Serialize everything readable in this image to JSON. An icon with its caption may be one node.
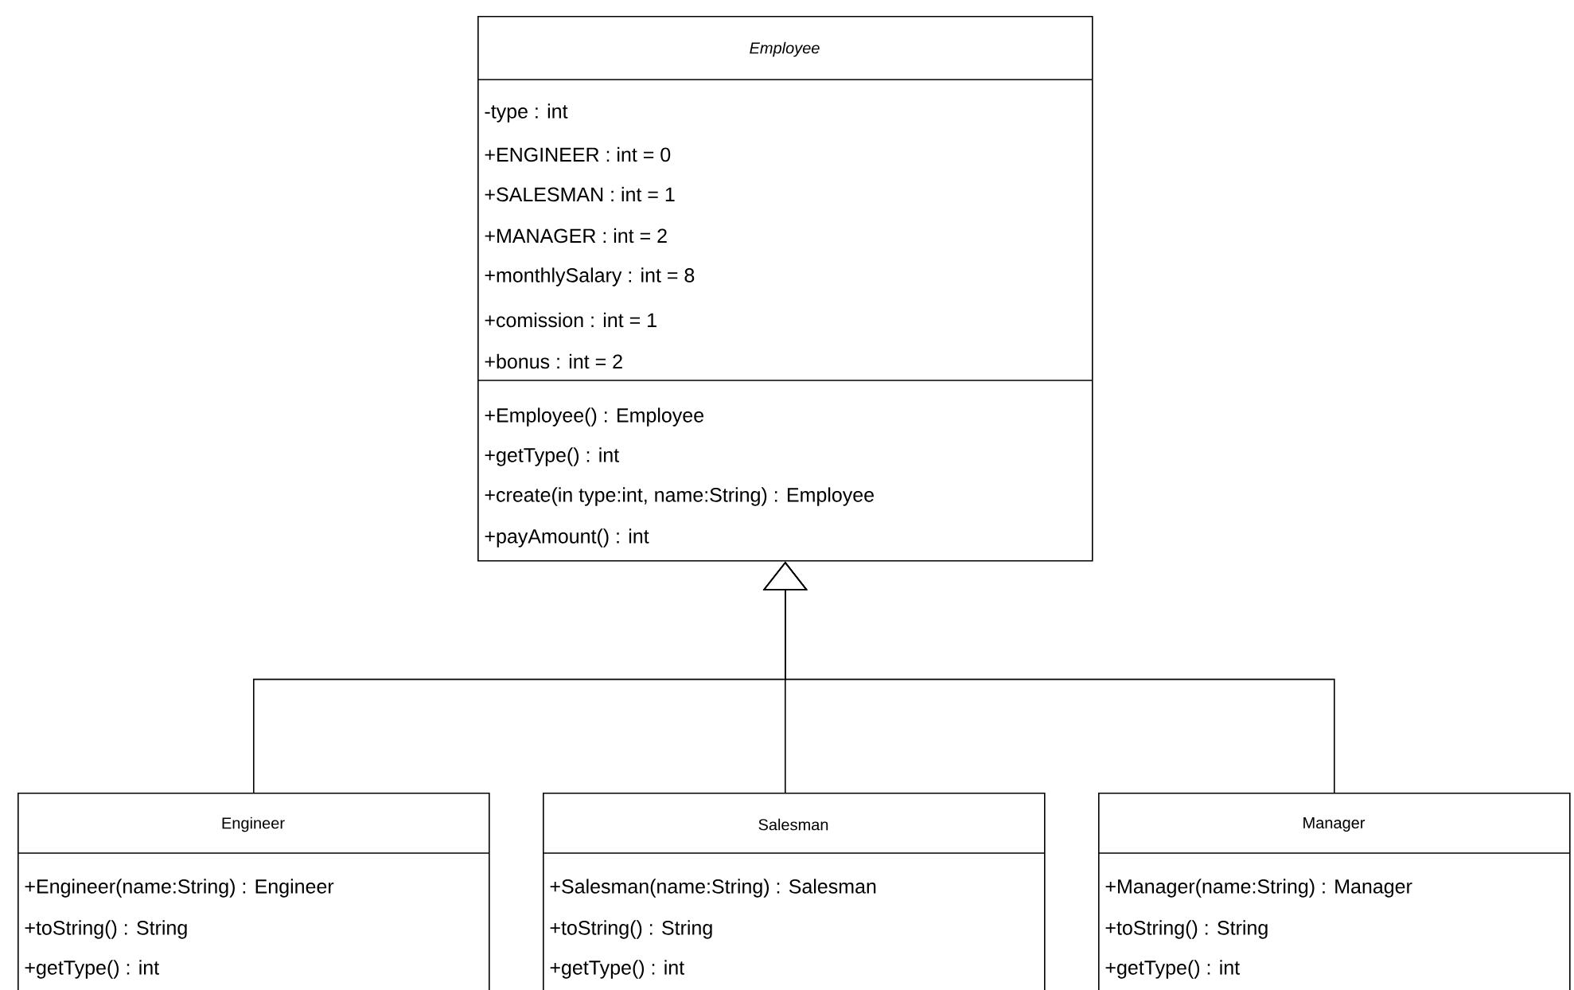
{
  "diagram": {
    "nodes": [
      {
        "text": [
          "Employee",
          "-type : int",
          "+ENGINEER : int = 0",
          "+SALESMAN : int = 1",
          "+MANAGER : int = 2",
          "+monthlySalary : int = 8",
          "+comission : int = 1",
          "+bonus : int = 2",
          "+Employee() : Employee",
          "+getType() : int",
          "+create(in type:int, name:String) : Employee",
          "+payAmount() : int"
        ]
      },
      {
        "text": [
          "Engineer",
          "+Engineer(name:String) : Engineer",
          "+toString() : String",
          "+getType() : int"
        ]
      },
      {
        "text": [
          "Salesman",
          "+Salesman(name:String) : Salesman",
          "+toString() : String",
          "+getType() : int"
        ]
      },
      {
        "text": [
          "Manager",
          "+Manager(name:String) : Manager",
          "+toString() : String",
          "+getType() : int"
        ]
      }
    ],
    "edges": [
      {
        "from": 1,
        "to": 0,
        "arrow": "to"
      },
      {
        "from": 2,
        "to": 0,
        "arrow": "to"
      },
      {
        "from": 3,
        "to": 0,
        "arrow": "to"
      }
    ]
  }
}
